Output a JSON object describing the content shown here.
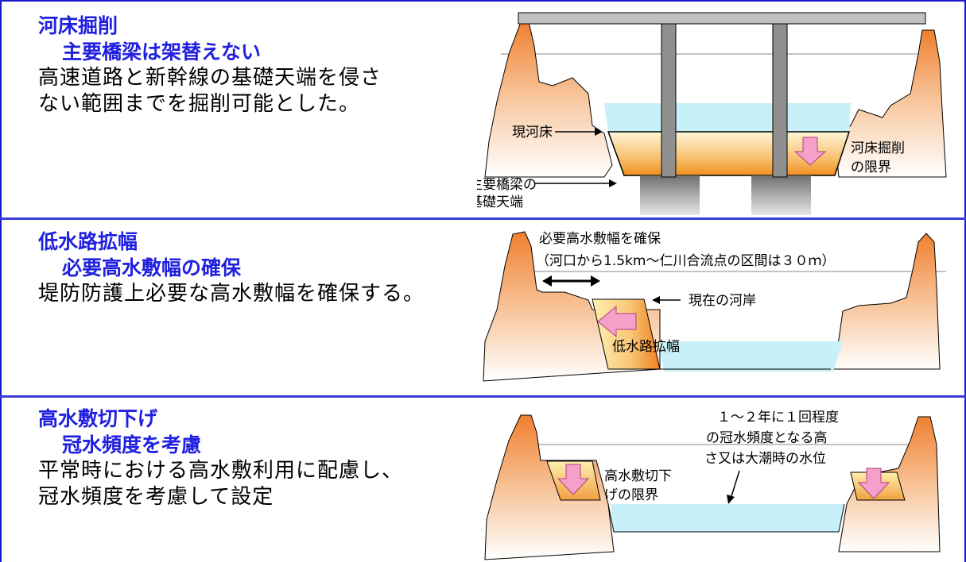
{
  "panels": [
    {
      "title": "河床掘削",
      "subtitle": "主要橋梁は架替えない",
      "body": [
        "高速道路と新幹線の基礎天端を侵さ",
        "ない範囲までを掘削可能とした。"
      ],
      "labels": {
        "current_riverbed": "現河床",
        "foundation_top_1": "主要橋梁の",
        "foundation_top_2": "基礎天端",
        "excavation_limit_1": "河床掘削",
        "excavation_limit_2": "の限界"
      }
    },
    {
      "title": "低水路拡幅",
      "subtitle": "必要高水敷幅の確保",
      "body": [
        "堤防防護上必要な高水敷幅を確保する。"
      ],
      "labels": {
        "required_width": "必要高水敷幅を確保",
        "section_note": "（河口から1.5km～仁川合流点の区間は３０ｍ）",
        "current_bank": "現在の河岸",
        "channel_widening": "低水路拡幅"
      }
    },
    {
      "title": "高水敷切下げ",
      "subtitle": "冠水頻度を考慮",
      "body": [
        "平常時における高水敷利用に配慮し、",
        "冠水頻度を考慮して設定"
      ],
      "labels": {
        "cut_limit_1": "高水敷切下",
        "cut_limit_2": "げの限界",
        "flood_note_1": "１～２年に１回程度",
        "flood_note_2": "の冠水頻度となる高",
        "flood_note_3": "さ又は大潮時の水位"
      }
    }
  ],
  "colors": {
    "border": "#1a1acc",
    "title": "#2020e0",
    "water": "#c8f0f8",
    "pink_arrow": "#f4a0c8",
    "pier": "#808080"
  }
}
